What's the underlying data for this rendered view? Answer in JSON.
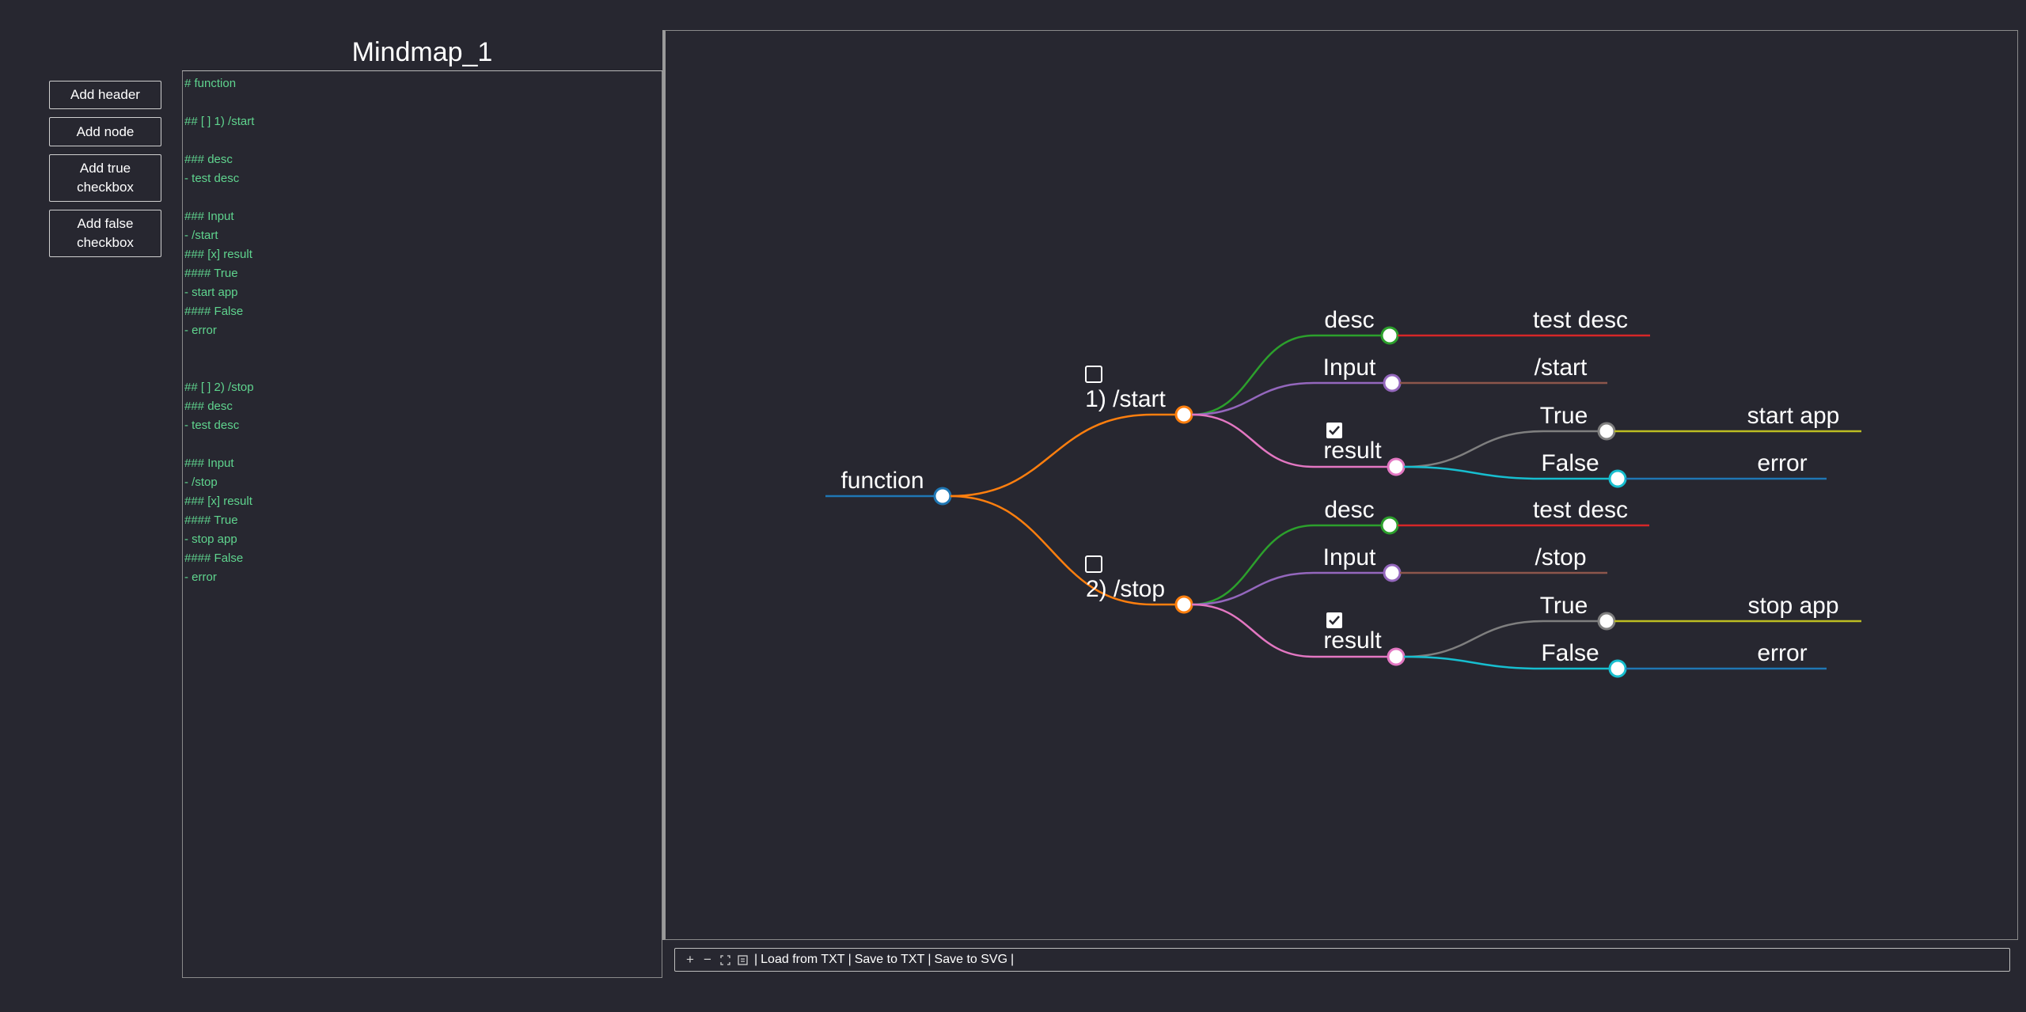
{
  "app": {
    "title": "Mindmap_1"
  },
  "sidebar": {
    "add_header": "Add header",
    "add_node": "Add node",
    "add_true_checkbox": "Add true checkbox",
    "add_false_checkbox": "Add false checkbox"
  },
  "editor": {
    "lines": [
      "# function",
      "",
      "## [ ] 1) /start",
      "",
      "### desc",
      "- test desc",
      "",
      "### Input",
      "- /start",
      "### [x] result",
      "#### True",
      "- start app",
      "#### False",
      "- error",
      "",
      "",
      "## [ ] 2) /stop",
      "### desc",
      "- test desc",
      "",
      "### Input",
      "- /stop",
      "### [x] result",
      "#### True",
      "- stop app",
      "#### False",
      "- error"
    ]
  },
  "mindmap": {
    "root": "function",
    "branches": [
      {
        "label": "1) /start",
        "checked": false,
        "desc": "desc",
        "desc_value": "test desc",
        "input": "Input",
        "input_value": "/start",
        "result": "result",
        "result_checked": true,
        "true_label": "True",
        "true_value": "start app",
        "false_label": "False",
        "false_value": "error"
      },
      {
        "label": "2) /stop",
        "checked": false,
        "desc": "desc",
        "desc_value": "test desc",
        "input": "Input",
        "input_value": "/stop",
        "result": "result",
        "result_checked": true,
        "true_label": "True",
        "true_value": "stop app",
        "false_label": "False",
        "false_value": "error"
      }
    ],
    "colors": {
      "root": "#1f77b4",
      "branch": "#ff7f0e",
      "desc": "#2ca02c",
      "desc_value": "#d62728",
      "input": "#9467bd",
      "input_value": "#8c564b",
      "result": "#e377c2",
      "true": "#7f7f7f",
      "true_value": "#bcbd22",
      "false": "#17becf",
      "false_value": "#1f77b4"
    }
  },
  "toolbar": {
    "zoom_in_icon": "plus",
    "zoom_out_icon": "minus",
    "fit_icon": "fit-screen",
    "toggle_icon": "toggle-panel",
    "separator": "|",
    "load_txt": "Load from TXT",
    "save_txt": "Save to TXT",
    "save_svg": "Save to SVG"
  }
}
